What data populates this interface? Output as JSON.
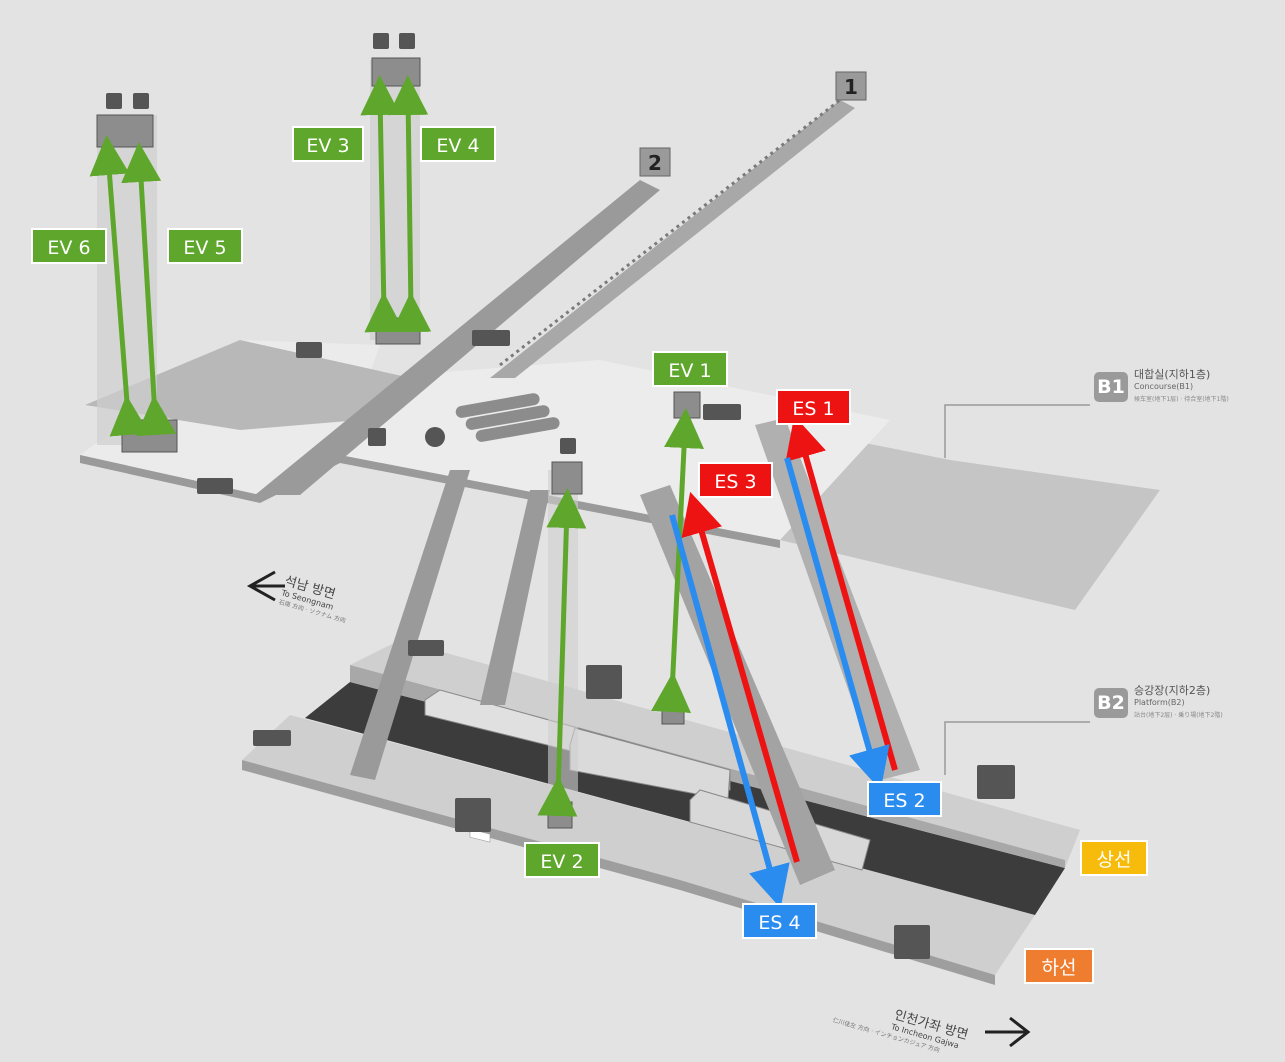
{
  "floors": {
    "b1": {
      "badge": "B1",
      "label": "대합실(지하1층)",
      "label_en": "Concourse(B1)",
      "label_jp": "候车室(地下1层) · 待合室(地下1階)"
    },
    "b2": {
      "badge": "B2",
      "label": "승강장(지하2층)",
      "label_en": "Platform(B2)",
      "label_jp": "站台(地下2层) · 乗り場(地下2階)"
    }
  },
  "directions": {
    "seongnam": {
      "ko": "석남 방면",
      "en": "To Seongnam",
      "jp": "石南 方向 · ソクナム 方向"
    },
    "incheon": {
      "ko": "인천가좌 방면",
      "en": "To Incheon Gajwa",
      "jp": "仁川佳左 方向 · インチョンカジュア 方向"
    }
  },
  "exits": {
    "exit1": "1",
    "exit2": "2"
  },
  "elevators": {
    "ev1": "EV 1",
    "ev2": "EV 2",
    "ev3": "EV 3",
    "ev4": "EV 4",
    "ev5": "EV 5",
    "ev6": "EV 6"
  },
  "escalators": {
    "es1": "ES 1",
    "es2": "ES 2",
    "es3": "ES 3",
    "es4": "ES 4"
  },
  "lines": {
    "up": "상선",
    "down": "하선"
  },
  "colors": {
    "elevator": "#5fa72c",
    "escalator_up": "#ee1313",
    "escalator_down": "#2b8cf0",
    "up_line": "#f7bb0b",
    "down_line": "#ee7d2f"
  }
}
